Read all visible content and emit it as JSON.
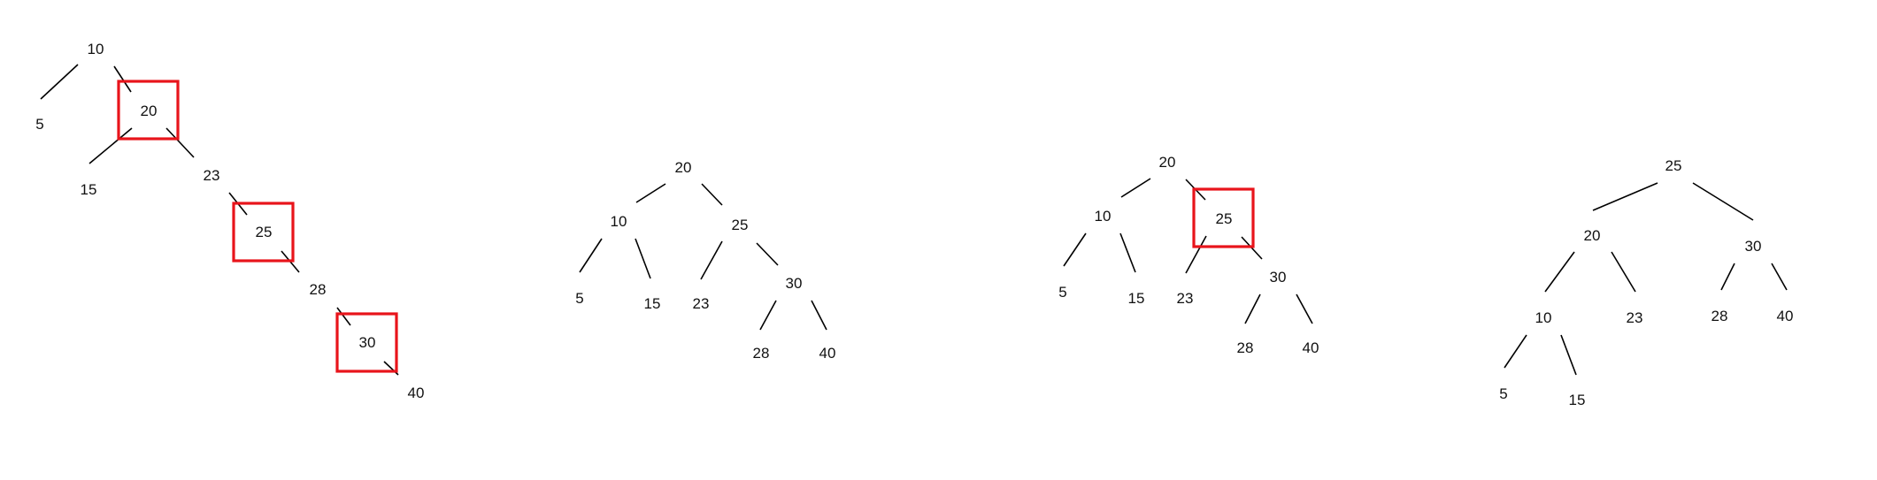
{
  "colors": {
    "edge": "#000000",
    "highlight": "#e8141b",
    "text": "#111111"
  },
  "trees": [
    {
      "id": "tree-1",
      "nodes": [
        {
          "id": "n10",
          "label": "10"
        },
        {
          "id": "n5",
          "label": "5"
        },
        {
          "id": "n20",
          "label": "20",
          "highlight": true
        },
        {
          "id": "n15",
          "label": "15"
        },
        {
          "id": "n23",
          "label": "23"
        },
        {
          "id": "n25",
          "label": "25",
          "highlight": true
        },
        {
          "id": "n28",
          "label": "28"
        },
        {
          "id": "n30",
          "label": "30",
          "highlight": true
        },
        {
          "id": "n40",
          "label": "40"
        }
      ]
    },
    {
      "id": "tree-2",
      "nodes": [
        {
          "id": "n20",
          "label": "20"
        },
        {
          "id": "n10",
          "label": "10"
        },
        {
          "id": "n25",
          "label": "25"
        },
        {
          "id": "n5",
          "label": "5"
        },
        {
          "id": "n15",
          "label": "15"
        },
        {
          "id": "n23",
          "label": "23"
        },
        {
          "id": "n30",
          "label": "30"
        },
        {
          "id": "n28",
          "label": "28"
        },
        {
          "id": "n40",
          "label": "40"
        }
      ]
    },
    {
      "id": "tree-3",
      "nodes": [
        {
          "id": "n20",
          "label": "20"
        },
        {
          "id": "n10",
          "label": "10"
        },
        {
          "id": "n25",
          "label": "25",
          "highlight": true
        },
        {
          "id": "n5",
          "label": "5"
        },
        {
          "id": "n15",
          "label": "15"
        },
        {
          "id": "n23",
          "label": "23"
        },
        {
          "id": "n30",
          "label": "30"
        },
        {
          "id": "n28",
          "label": "28"
        },
        {
          "id": "n40",
          "label": "40"
        }
      ]
    },
    {
      "id": "tree-4",
      "nodes": [
        {
          "id": "n25",
          "label": "25"
        },
        {
          "id": "n20",
          "label": "20"
        },
        {
          "id": "n30",
          "label": "30"
        },
        {
          "id": "n10",
          "label": "10"
        },
        {
          "id": "n23",
          "label": "23"
        },
        {
          "id": "n28",
          "label": "28"
        },
        {
          "id": "n40",
          "label": "40"
        },
        {
          "id": "n5",
          "label": "5"
        },
        {
          "id": "n15",
          "label": "15"
        }
      ]
    }
  ]
}
